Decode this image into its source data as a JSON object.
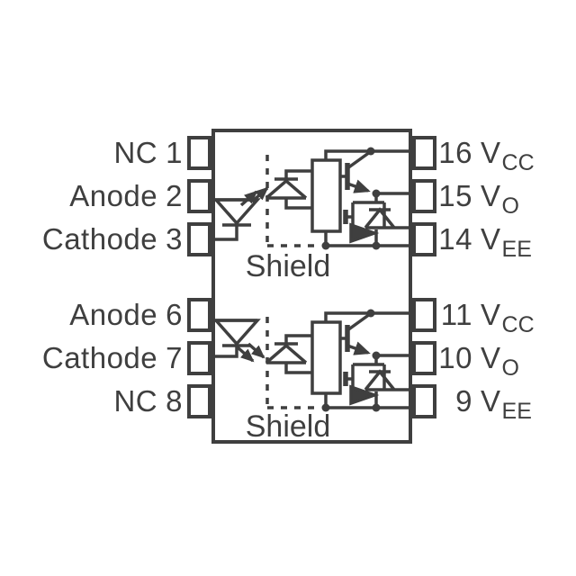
{
  "diagram": {
    "kind": "dual-channel optocoupler IC internal schematic",
    "colors": {
      "ink": "#3f3f3f",
      "background": "#ffffff"
    },
    "shield": {
      "top": "Shield",
      "bottom": "Shield"
    },
    "pins": {
      "left": [
        {
          "label": "NC",
          "number": "1"
        },
        {
          "label": "Anode",
          "number": "2"
        },
        {
          "label": "Cathode",
          "number": "3"
        },
        {
          "label": "Anode",
          "number": "6"
        },
        {
          "label": "Cathode",
          "number": "7"
        },
        {
          "label": "NC",
          "number": "8"
        }
      ],
      "right": [
        {
          "number": "16",
          "name": "V",
          "subscript": "CC"
        },
        {
          "number": "15",
          "name": "V",
          "subscript": "O"
        },
        {
          "number": "14",
          "name": "V",
          "subscript": "EE"
        },
        {
          "number": "11",
          "name": "V",
          "subscript": "CC"
        },
        {
          "number": "10",
          "name": "V",
          "subscript": "O"
        },
        {
          "number": "9",
          "name": "V",
          "subscript": "EE"
        }
      ]
    }
  }
}
